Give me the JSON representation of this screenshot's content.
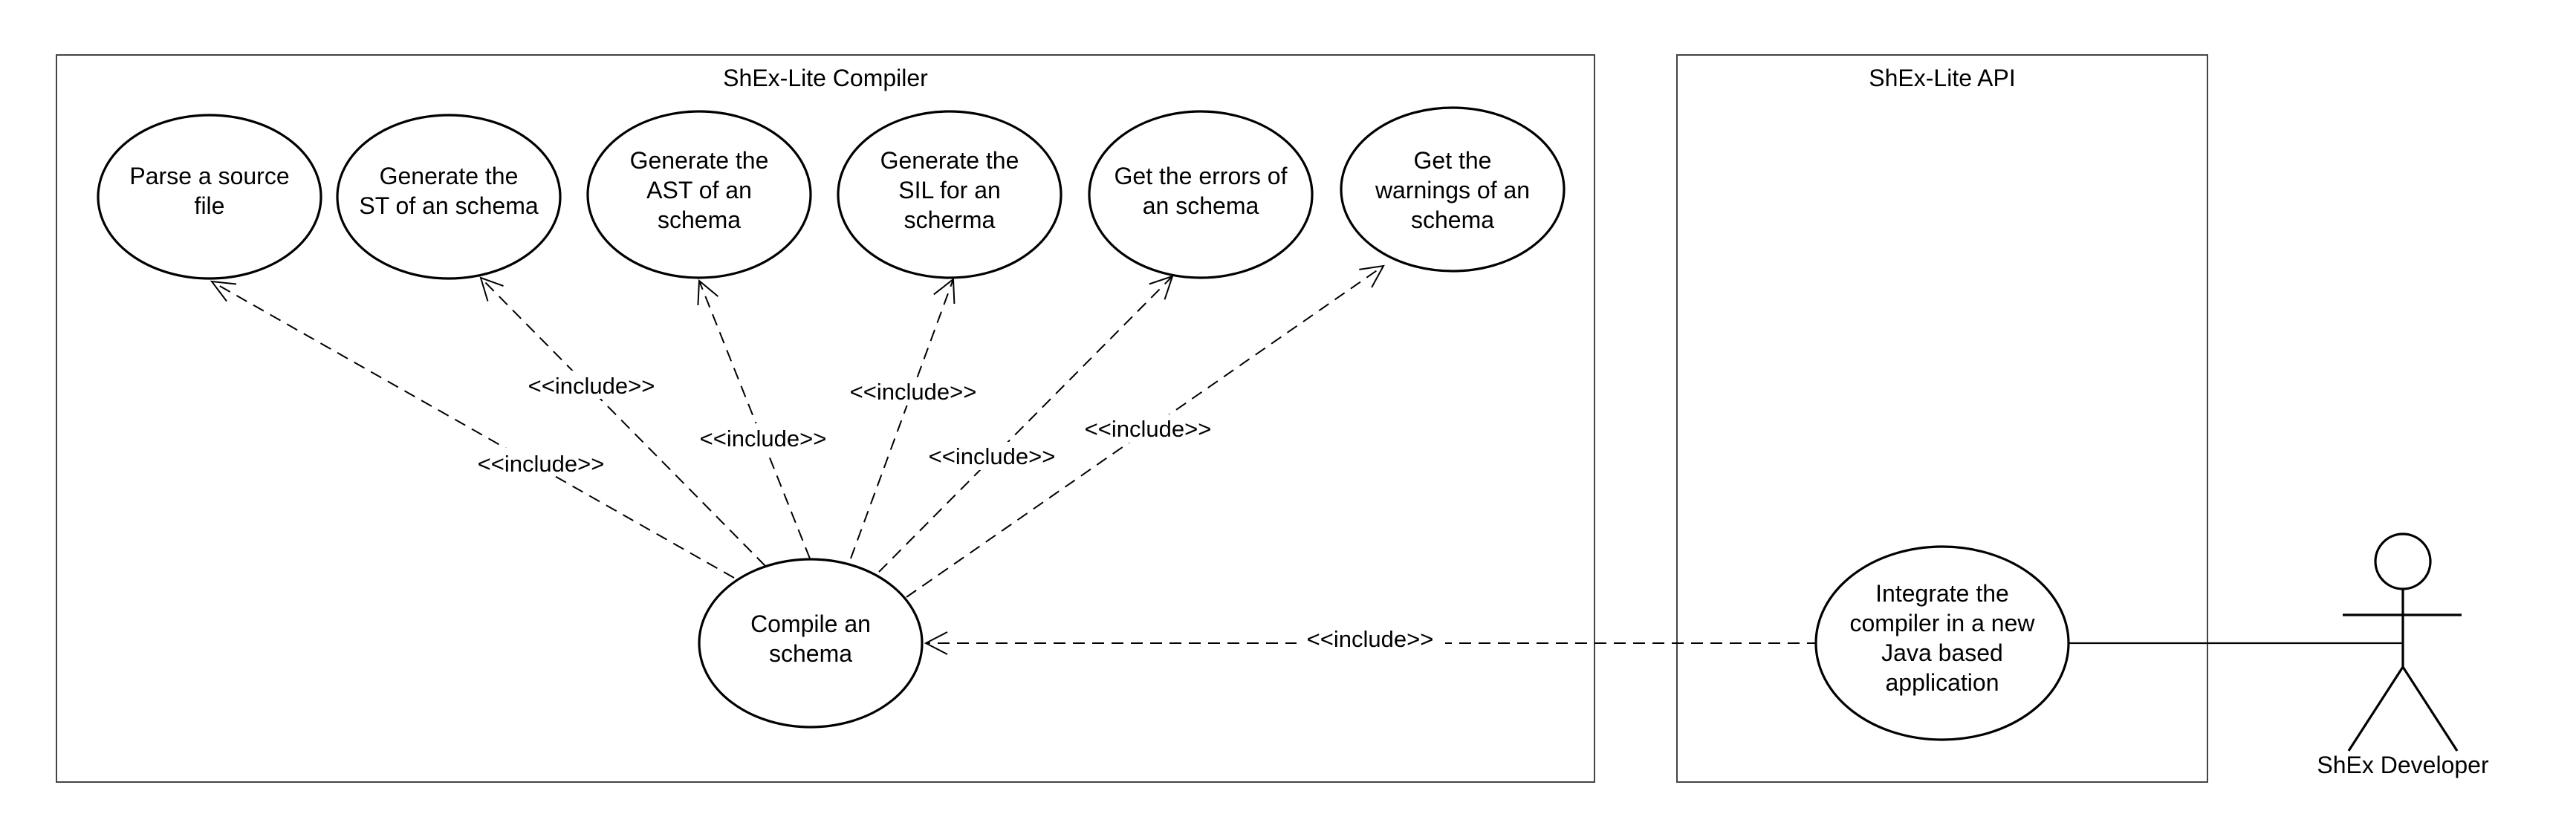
{
  "boundaries": {
    "compiler": {
      "title": "ShEx-Lite Compiler"
    },
    "api": {
      "title": "ShEx-Lite API"
    }
  },
  "use_cases": {
    "parse_source": {
      "lines": [
        "Parse a source",
        "file"
      ]
    },
    "generate_st": {
      "lines": [
        "Generate the",
        "ST of an schema"
      ]
    },
    "generate_ast": {
      "lines": [
        "Generate the",
        "AST of an",
        "schema"
      ]
    },
    "generate_sil": {
      "lines": [
        "Generate the",
        "SIL for an",
        "scherma"
      ]
    },
    "get_errors": {
      "lines": [
        "Get the errors of",
        "an schema"
      ]
    },
    "get_warnings": {
      "lines": [
        "Get the",
        "warnings of an",
        "schema"
      ]
    },
    "compile_schema": {
      "lines": [
        "Compile an",
        "schema"
      ]
    },
    "integrate_compiler": {
      "lines": [
        "Integrate the",
        "compiler in a new",
        "Java based",
        "application"
      ]
    }
  },
  "relations": {
    "include_label": "<<include>>"
  },
  "actor": {
    "name": "ShEx Developer"
  },
  "colors": {
    "stroke": "#000000",
    "boundary_stroke": "#444444",
    "background": "#ffffff"
  }
}
